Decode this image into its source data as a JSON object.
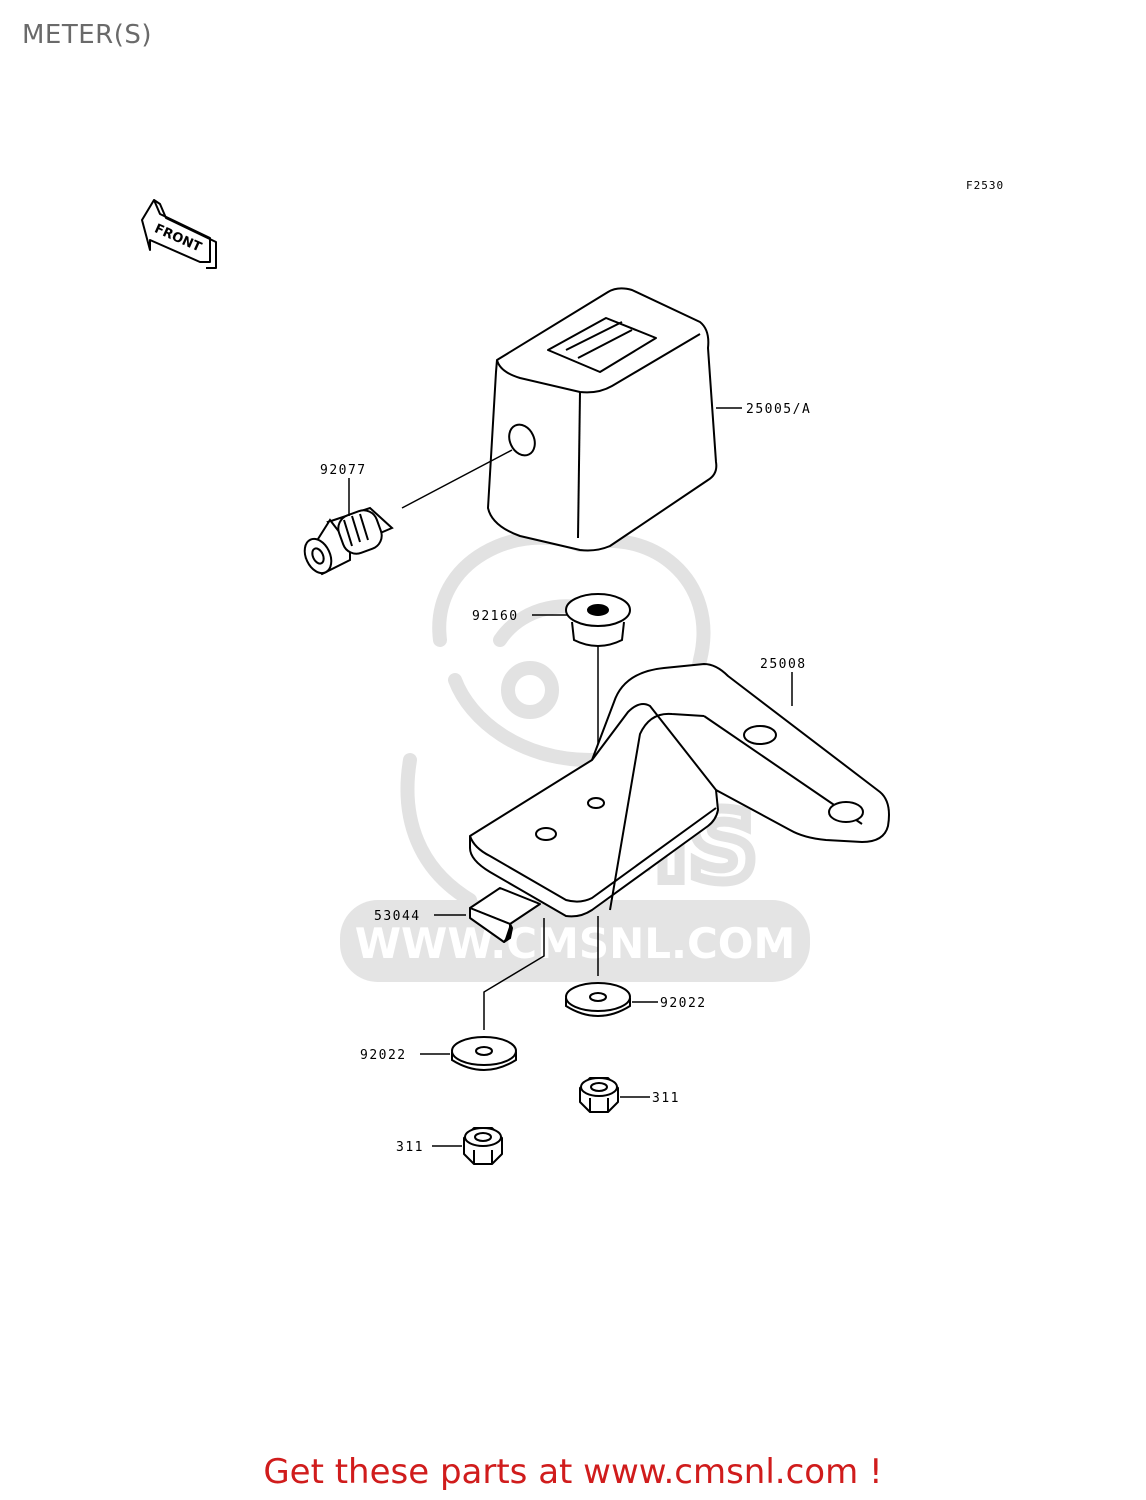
{
  "page": {
    "title": "METER(S)",
    "figure_code": "F2530",
    "front_marker": "FRONT",
    "promo_text": "Get these parts at www.cmsnl.com !"
  },
  "watermark": {
    "brand": "CMS",
    "url": "WWW.CMSNL.COM"
  },
  "parts": {
    "meter": "25005/A",
    "gear": "92077",
    "grommet": "92160",
    "bracket": "25008",
    "pad": "53044",
    "washer_right": "92022",
    "washer_left": "92022",
    "nut_right": "311",
    "nut_left": "311"
  },
  "colors": {
    "promo": "#d01c1c",
    "title": "#6a6a6a",
    "watermark": "#e0e0e0",
    "line": "#000000"
  }
}
